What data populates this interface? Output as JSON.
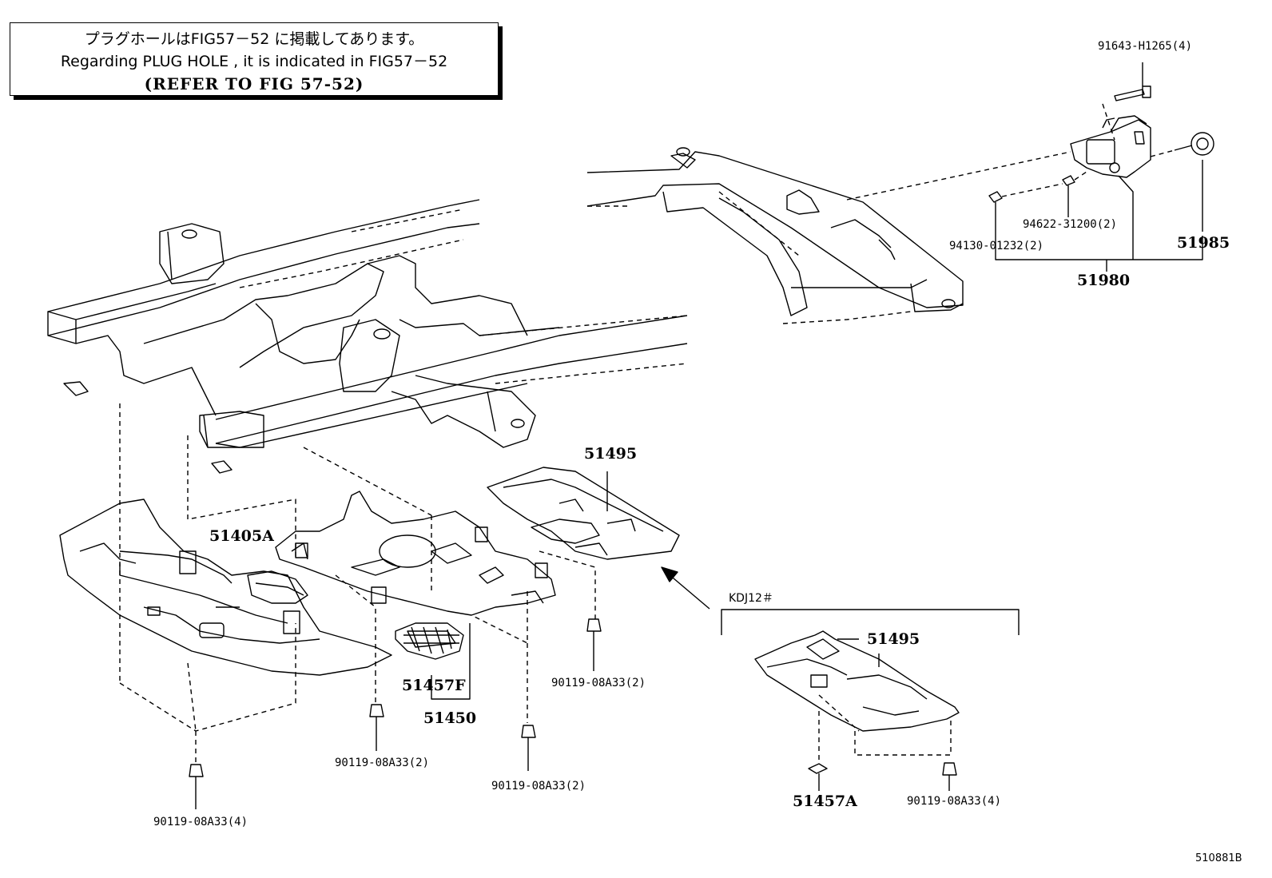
{
  "note": {
    "line_jp": "プラグホールはFIG57－52 に掲載してあります。",
    "line_en": "Regarding  PLUG HOLE , it is indicated  in  FIG57－52",
    "line_ref": "(REFER TO FIG 57-52)"
  },
  "labels": {
    "p91643": "91643-H1265(4)",
    "p94622": "94622-31200(2)",
    "p94130": "94130-01232(2)",
    "p51985": "51985",
    "p51980": "51980",
    "p51495_main": "51495",
    "p51405A": "51405A",
    "p51457F": "51457F",
    "p51450": "51450",
    "bolt_a": "90119-08A33(2)",
    "bolt_b": "90119-08A33(2)",
    "bolt_c": "90119-08A33(2)",
    "bolt_d": "90119-08A33(4)",
    "kdj_title": "KDJ12＃",
    "p51495_kdj": "51495",
    "p51457A": "51457A",
    "bolt_kdj": "90119-08A33(4)",
    "figure_code": "510881B"
  }
}
